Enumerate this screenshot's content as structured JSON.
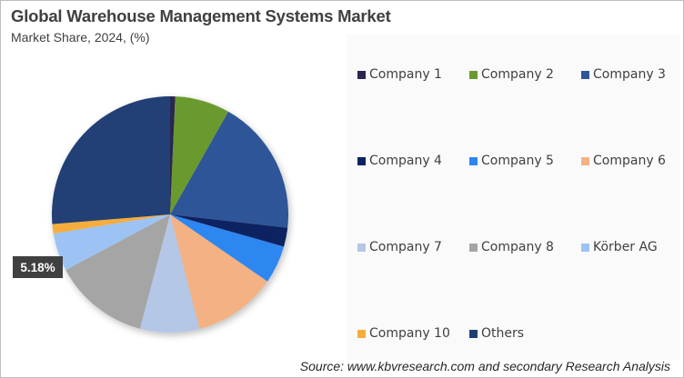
{
  "header": {
    "title": "Global Warehouse Management Systems Market",
    "subtitle": "Market Share, 2024, (%)"
  },
  "data_label": "5.18%",
  "source": "Source: www.kbvresearch.com and secondary Research Analysis",
  "legend": {
    "items": [
      {
        "label": "Company 1",
        "color": "#2a2550"
      },
      {
        "label": "Company 2",
        "color": "#6a9a2e"
      },
      {
        "label": "Company 3",
        "color": "#2f5597"
      },
      {
        "label": "Company 4",
        "color": "#0b2461"
      },
      {
        "label": "Company 5",
        "color": "#2e86f0"
      },
      {
        "label": "Company 6",
        "color": "#f4b183"
      },
      {
        "label": "Company 7",
        "color": "#b4c7e7"
      },
      {
        "label": "Company 8",
        "color": "#a5a5a5"
      },
      {
        "label": "Körber AG",
        "color": "#9dc3f5"
      },
      {
        "label": "Company 10",
        "color": "#f6ad3c"
      },
      {
        "label": "Others",
        "color": "#203f74"
      }
    ]
  },
  "chart_data": {
    "type": "pie",
    "title": "Global Warehouse Management Systems Market",
    "subtitle": "Market Share, 2024, (%)",
    "categories": [
      "Company 1",
      "Company 2",
      "Company 3",
      "Company 4",
      "Company 5",
      "Company 6",
      "Company 7",
      "Company 8",
      "Körber AG",
      "Company 10",
      "Others"
    ],
    "values": [
      0.7,
      7.5,
      18.6,
      2.6,
      5.2,
      11.4,
      8.1,
      13.1,
      5.18,
      1.3,
      26.3
    ],
    "colors": [
      "#2a2550",
      "#6a9a2e",
      "#2f5597",
      "#0b2461",
      "#2e86f0",
      "#f4b183",
      "#b4c7e7",
      "#a5a5a5",
      "#9dc3f5",
      "#f6ad3c",
      "#203f74"
    ],
    "annotations": [
      {
        "category": "Körber AG",
        "label": "5.18%"
      }
    ],
    "start_angle": 0,
    "direction": "clockwise",
    "legend_position": "right",
    "source": "Source: www.kbvresearch.com and secondary Research Analysis"
  }
}
